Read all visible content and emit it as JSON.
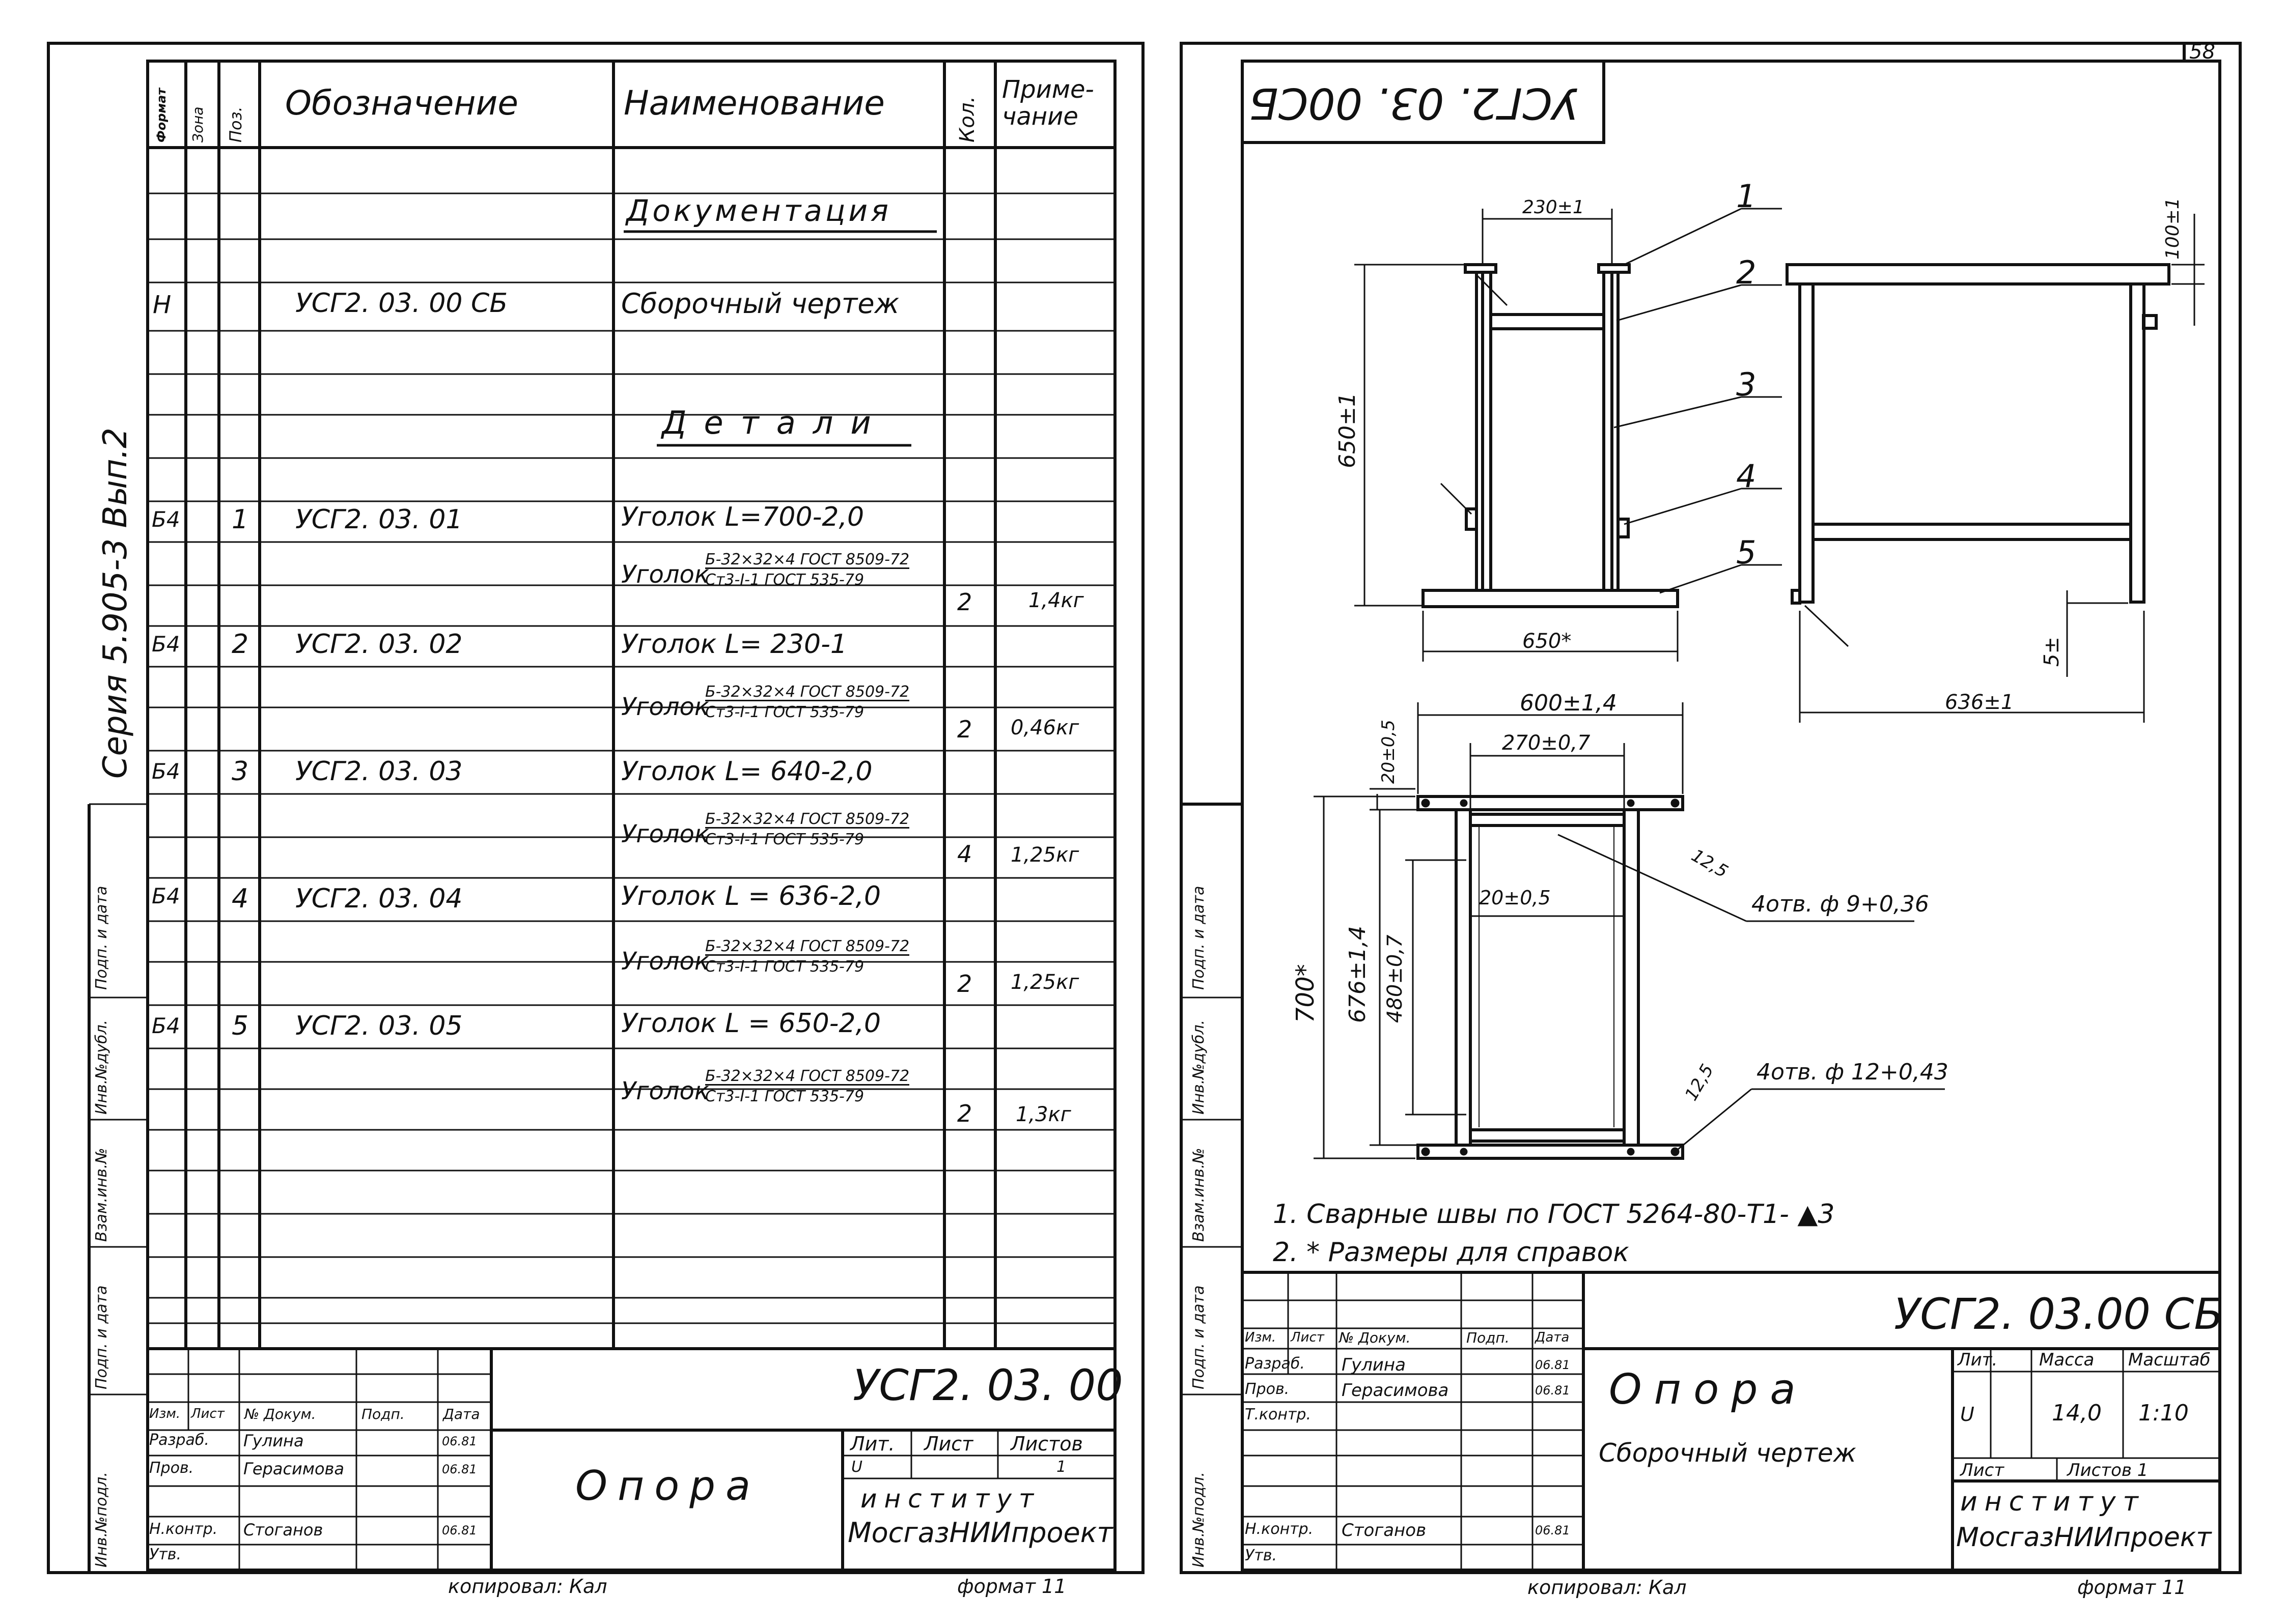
{
  "sheet_number": "58",
  "left": {
    "side_label": "Серия 5.905-3   Вып.2",
    "header": {
      "format": "Формат",
      "zone": "Зона",
      "pos": "Поз.",
      "designation": "Обозначение",
      "name": "Наименование",
      "qty": "Кол.",
      "note": "Приме-чание"
    },
    "section_docs": "Документация",
    "section_parts": "Детали",
    "rows": [
      {
        "format": "Н",
        "pos": "",
        "designation": "УСГ2. 03. 00 СБ",
        "name": "Сборочный чертеж",
        "spec_top": "",
        "spec_bottom": "",
        "qty": "",
        "note": ""
      },
      {
        "format": "Б4",
        "pos": "1",
        "designation": "УСГ2. 03. 01",
        "name": "Уголок   L=700-2,0",
        "spec_top": "Б-32×32×4 ГОСТ 8509-72",
        "spec_bottom": "Ст3-I-1 ГОСТ 535-79",
        "qty": "2",
        "note": "1,4кг"
      },
      {
        "format": "Б4",
        "pos": "2",
        "designation": "УСГ2. 03. 02",
        "name": "Уголок  L= 230-1",
        "spec_top": "Б-32×32×4 ГОСТ 8509-72",
        "spec_bottom": "Ст3-I-1 ГОСТ 535-79",
        "qty": "2",
        "note": "0,46кг"
      },
      {
        "format": "Б4",
        "pos": "3",
        "designation": "УСГ2. 03. 03",
        "name": "Уголок  L= 640-2,0",
        "spec_top": "Б-32×32×4 ГОСТ 8509-72",
        "spec_bottom": "Ст3-I-1 ГОСТ 535-79",
        "qty": "4",
        "note": "1,25кг"
      },
      {
        "format": "Б4",
        "pos": "4",
        "designation": "УСГ2. 03. 04",
        "name": "Уголок  L = 636-2,0",
        "spec_top": "Б-32×32×4 ГОСТ 8509-72",
        "spec_bottom": "Ст3-I-1 ГОСТ 535-79",
        "qty": "2",
        "note": "1,25кг"
      },
      {
        "format": "Б4",
        "pos": "5",
        "designation": "УСГ2. 03. 05",
        "name": "Уголок  L = 650-2,0",
        "spec_top": "Б-32×32×4 ГОСТ 8509-72",
        "spec_bottom": "Ст3-I-1 ГОСТ 535-79",
        "qty": "2",
        "note": "1,3кг"
      }
    ],
    "title_block": {
      "code": "УСГ2. 03. 00",
      "title": "Опора",
      "hdr": [
        "Изм.",
        "Лист",
        "№ Докум.",
        "Подп.",
        "Дата"
      ],
      "people": [
        {
          "role": "Разраб.",
          "name": "Гулина",
          "date": "06.81"
        },
        {
          "role": "Пров.",
          "name": "Герасимова",
          "date": "06.81"
        },
        {
          "role": "Н.контр.",
          "name": "Стоганов",
          "date": "06.81"
        },
        {
          "role": "Утв.",
          "name": "",
          "date": ""
        }
      ],
      "lit_label": "Лит.",
      "sheet_label": "Лист",
      "sheets_label": "Листов",
      "lit": "U",
      "sheets": "1",
      "org1": "институт",
      "org2": "МосгазНИИпроект"
    },
    "copied": "копировал: Кал",
    "format_label": "формат 11"
  },
  "right": {
    "stamp_mirrored": "УСГ2. 03. 00СБ",
    "callouts": [
      "1",
      "2",
      "3",
      "4",
      "5"
    ],
    "dims": {
      "w230": "230±1",
      "h650": "650±1",
      "w650": "650*",
      "h100": "100±1",
      "w636": "636±1",
      "d5": "5±",
      "w600": "600±1,4",
      "w270": "270±0,7",
      "d20a": "20±0,5",
      "d20b": "20±0,5",
      "h700": "700*",
      "h676": "676±1,4",
      "h480": "480±0,7",
      "r125a": "12,5",
      "r125b": "12,5",
      "hole1": "4отв. ф 9+0,36",
      "hole2": "4отв. ф 12+0,43"
    },
    "notes": [
      "1.  Сварные  швы  по  ГОСТ 5264-80-Т1- ▲3",
      "2.  *  Размеры  для  справок"
    ],
    "title_block": {
      "code": "УСГ2. 03.00 СБ",
      "title": "Опора",
      "subtitle": "Сборочный  чертеж",
      "hdr": [
        "Изм.",
        "Лист",
        "№ Докум.",
        "Подп.",
        "Дата"
      ],
      "people": [
        {
          "role": "Разраб.",
          "name": "Гулина",
          "date": "06.81"
        },
        {
          "role": "Пров.",
          "name": "Герасимова",
          "date": "06.81"
        },
        {
          "role": "Т.контр.",
          "name": "",
          "date": ""
        },
        {
          "role": "Н.контр.",
          "name": "Стоганов",
          "date": "06.81"
        },
        {
          "role": "Утв.",
          "name": "",
          "date": ""
        }
      ],
      "lit_label": "Лит.",
      "mass_label": "Масса",
      "scale_label": "Масштаб",
      "lit": "U",
      "mass": "14,0",
      "scale": "1:10",
      "sheet_label": "Лист",
      "sheets_label": "Листов 1",
      "org1": "институт",
      "org2": "МосгазНИИпроект"
    },
    "copied": "копировал: Кал",
    "format_label": "формат 11"
  },
  "margin_labels": [
    "Инв.№подл.",
    "Подп. и дата",
    "Взам.инв.№",
    "Инв.№дубл.",
    "Подп. и дата"
  ]
}
